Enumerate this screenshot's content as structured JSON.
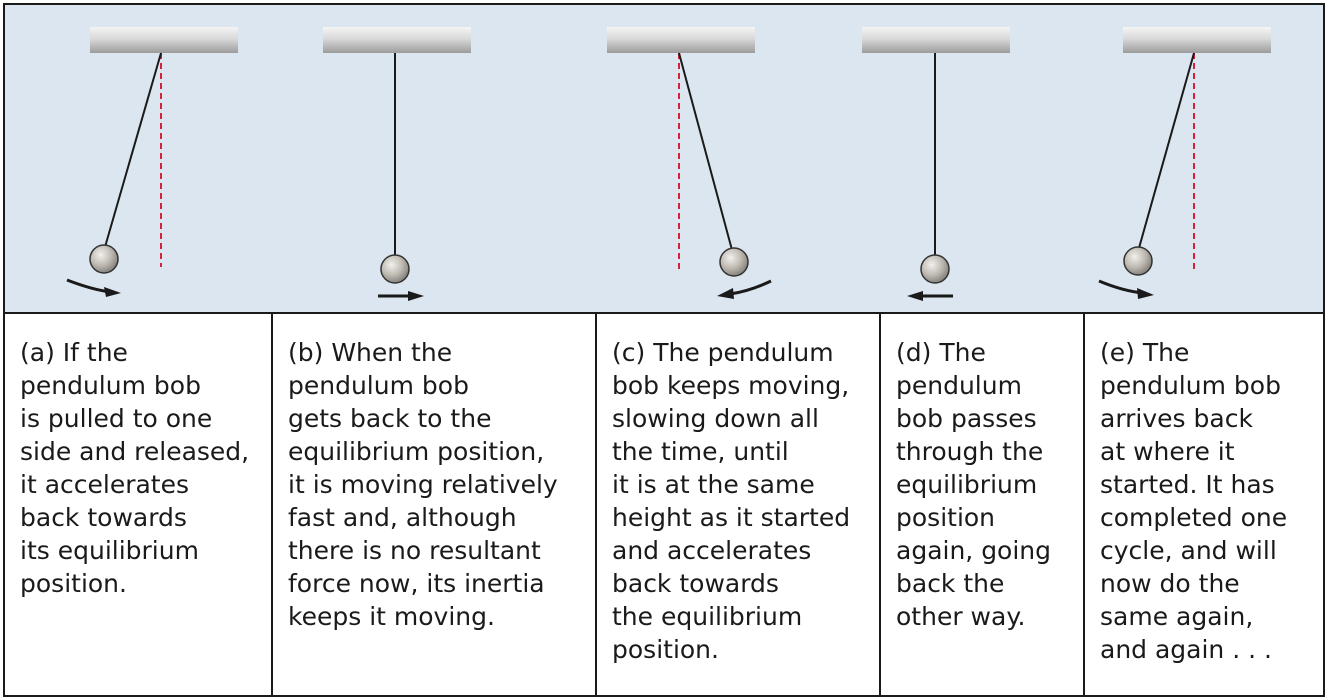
{
  "panels": [
    {
      "caption": "(a) If the\npendulum bob\nis pulled to one\nside and released,\nit accelerates\nback towards\nits equilibrium\nposition."
    },
    {
      "caption": "(b) When the\npendulum bob\ngets back to the\nequilibrium position,\nit is moving relatively\nfast and, although\nthere is no resultant\nforce now, its inertia\nkeeps it moving."
    },
    {
      "caption": "(c) The pendulum\nbob keeps moving,\nslowing down all\nthe time, until\nit is at the same\nheight as it started\nand accelerates\nback towards\nthe equilibrium\nposition."
    },
    {
      "caption": "(d) The\npendulum\nbob passes\nthrough the\nequilibrium\nposition\nagain, going\nback the\nother way."
    },
    {
      "caption": "(e) The\npendulum bob\narrives back\nat where it\nstarted. It has\ncompleted one\ncycle, and will\nnow do the\nsame again,\nand again . . ."
    }
  ],
  "colors": {
    "background": "#dce6f0",
    "equilibrium_line": "#d6213a",
    "string": "#1a1a1a",
    "arrow": "#1a1a1a",
    "bob": "#b9b5ad",
    "support": "#cfcfcf"
  }
}
